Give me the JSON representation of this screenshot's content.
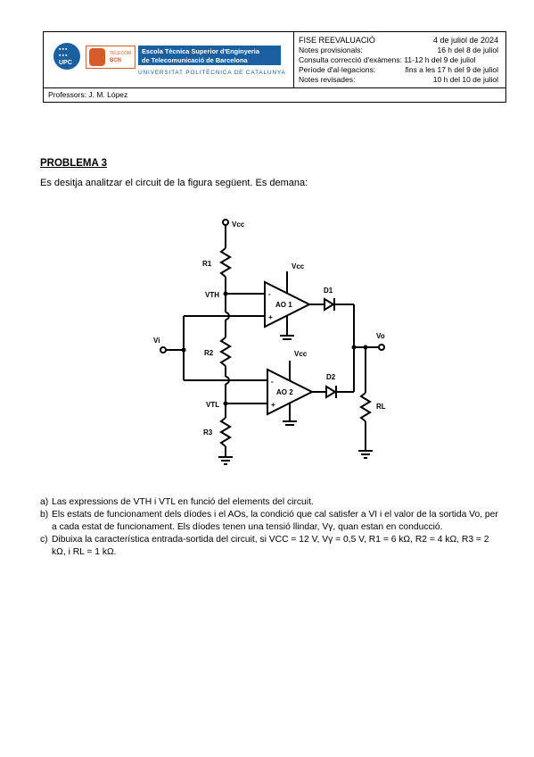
{
  "header": {
    "logo_upc": "UPC",
    "logo_etse_top": "TELECOM",
    "logo_etse_bottom": "BCN",
    "school_line1": "Escola Tècnica Superior d'Enginyeria",
    "school_line2": "de Telecomunicació de Barcelona",
    "university": "UNIVERSITAT POLITÈCNICA DE CATALUNYA",
    "exam": "FISE REEVALUACIÓ",
    "date": "4 de juliol de 2024",
    "rows": [
      {
        "label": "Notes provisionals:",
        "value": "16 h del 8 de juliol"
      },
      {
        "label": "Consulta correcció d'exàmens: 11-12 h del 9 de juliol",
        "value": ""
      },
      {
        "label": "Període d'al·legacions:",
        "value": "fins a les 17 h del 9 de juliol"
      },
      {
        "label": "Notes revisades:",
        "value": "10 h del 10 de juliol"
      }
    ],
    "professors": "Professors: J. M. López"
  },
  "problem": {
    "title": "PROBLEMA 3",
    "intro": "Es desitja analitzar el circuit de la figura següent. Es demana:"
  },
  "circuit": {
    "vcc_top": "Vcc",
    "r1": "R1",
    "vth": "VTH",
    "vi": "Vi",
    "r2": "R2",
    "vtl": "VTL",
    "r3": "R3",
    "vcc_ao1": "Vcc",
    "ao1": "AO 1",
    "vcc_ao2": "Vcc",
    "ao2": "AO 2",
    "d1": "D1",
    "d2": "D2",
    "vo": "Vo",
    "rl": "RL",
    "minus": "-",
    "plus": "+"
  },
  "questions": [
    {
      "label": "a)",
      "text": "Las expressions de VTH i VTL en funció del elements del circuit."
    },
    {
      "label": "b)",
      "text": "Els estats de funcionament dels díodes i el AOs, la condició que cal satisfer a VI i el valor de la sortida Vo, per a cada estat de funcionament. Els díodes tenen una tensió llindar, Vγ, quan estan en conducció."
    },
    {
      "label": "c)",
      "text": "Dibuixa la característica entrada-sortida del circuit, si VCC = 12 V, Vγ = 0,5 V, R1 = 6 kΩ, R2 = 4 kΩ, R3 = 2 kΩ, i RL = 1 kΩ."
    }
  ]
}
